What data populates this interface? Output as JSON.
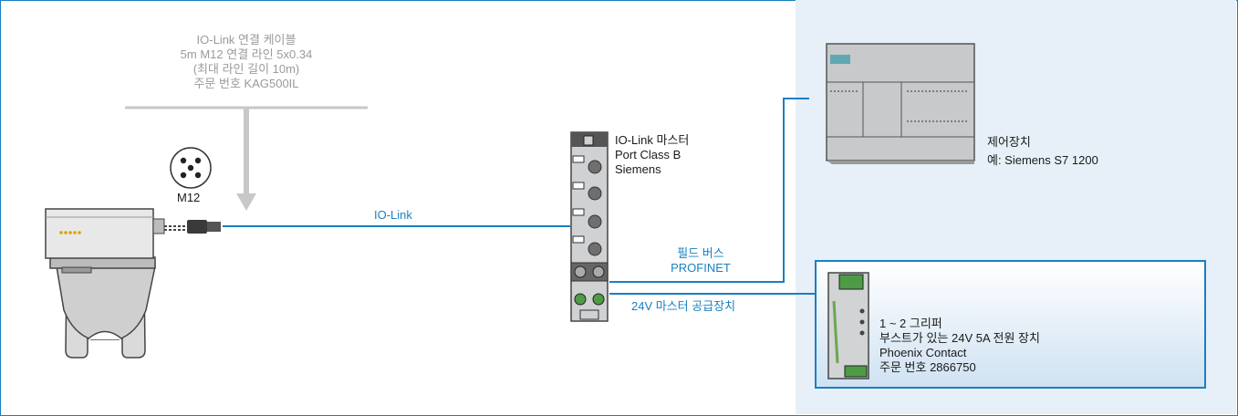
{
  "cable_note": {
    "line1": "IO-Link 연결 케이블",
    "line2": "5m M12 연결 라인 5x0.34",
    "line3": "(최대 라인 길이 10m)",
    "line4": "주문 번호 KAG500IL"
  },
  "connector": {
    "label": "M12"
  },
  "io_link_line": {
    "label": "IO-Link"
  },
  "master": {
    "line1": "IO-Link 마스터",
    "line2": "Port Class B",
    "line3": "Siemens"
  },
  "fieldbus": {
    "line1": "필드 버스",
    "line2": "PROFINET"
  },
  "master_supply": {
    "label": "24V 마스터 공급장치"
  },
  "plc": {
    "line1": "제어장치",
    "line2": "예: Siemens S7 1200"
  },
  "power_supply": {
    "line1": "1 ~ 2 그리퍼",
    "line2": "부스트가 있는 24V 5A 전원 장치",
    "line3": "Phoenix Contact",
    "line4": "주문 번호 2866750"
  },
  "colors": {
    "accent_blue": "#1a7fc1",
    "panel_background": "#e7f0f8",
    "device_grey": "#c9cbcd",
    "note_grey": "#9a9a9a"
  }
}
